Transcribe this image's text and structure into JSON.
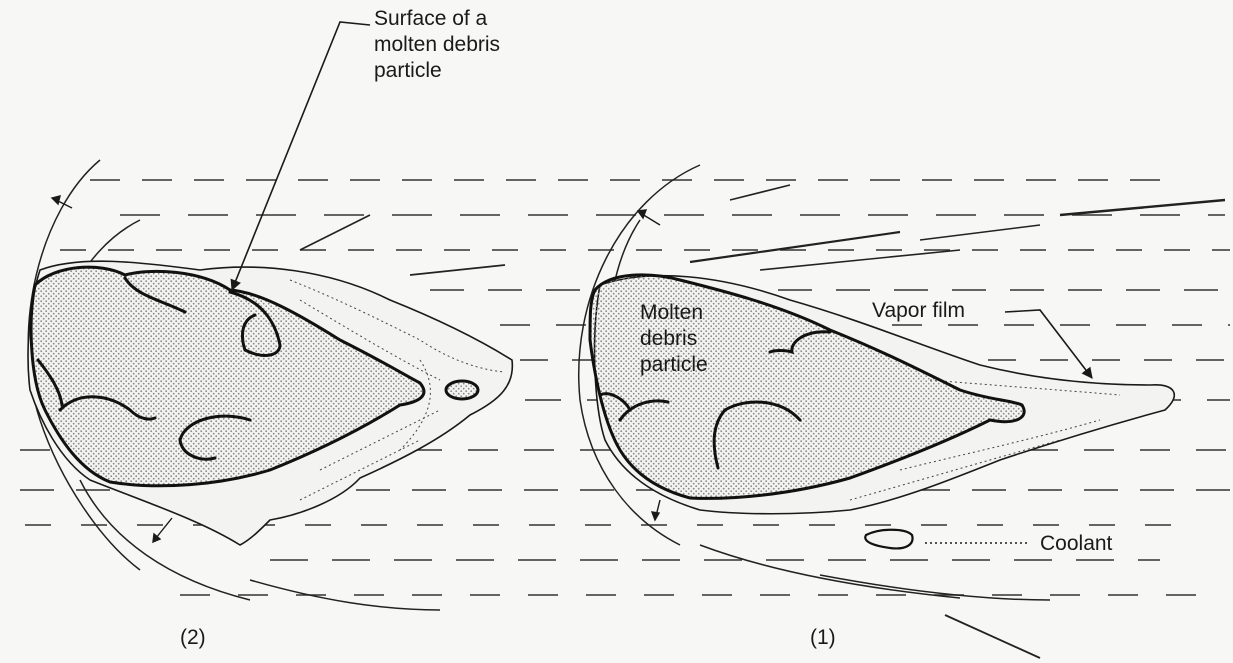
{
  "labels": {
    "surface": "Surface of a\nmolten debris\nparticle",
    "molten": "Molten\ndebris\nparticle",
    "vapor_film": "Vapor film",
    "coolant": "Coolant",
    "panel_2": "(2)",
    "panel_1": "(1)"
  },
  "colors": {
    "ink": "#1a1a1a",
    "paper": "#f7f7f5",
    "stipple": "#8a8a8a"
  }
}
